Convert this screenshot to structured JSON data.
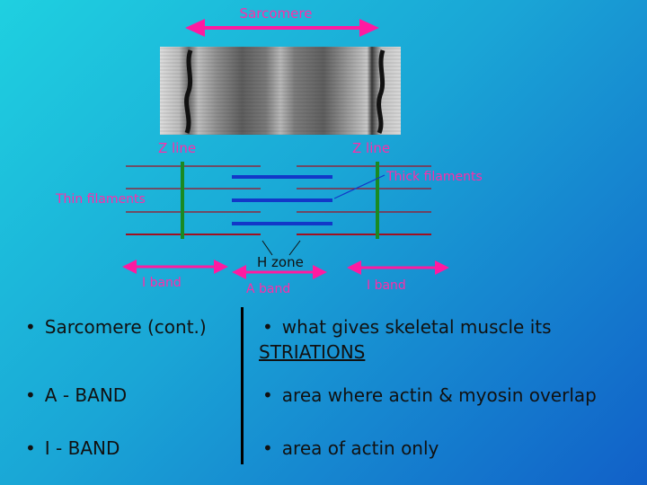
{
  "diagram": {
    "top_label": "Sarcomere",
    "z_line_left": "Z line",
    "z_line_right": "Z line",
    "thick_filaments": "Thick filaments",
    "thin_filaments": "Thin filaments",
    "h_zone": "H zone",
    "i_band_left": "I band",
    "a_band": "A band",
    "i_band_right": "I band",
    "colors": {
      "arrow": "#ff1aa0",
      "label": "#ff2ca8",
      "z_line": "#1a8a22",
      "thick": "#1238c8",
      "thin": "#a01020"
    }
  },
  "rows": [
    {
      "term": "Sarcomere (cont.)",
      "desc": "what gives skeletal muscle its",
      "desc_extra": "STRIATIONS"
    },
    {
      "term": "A - BAND",
      "desc": "area where actin & myosin overlap"
    },
    {
      "term": "I - BAND",
      "desc": "area of actin only"
    }
  ],
  "bullet_char": "•"
}
